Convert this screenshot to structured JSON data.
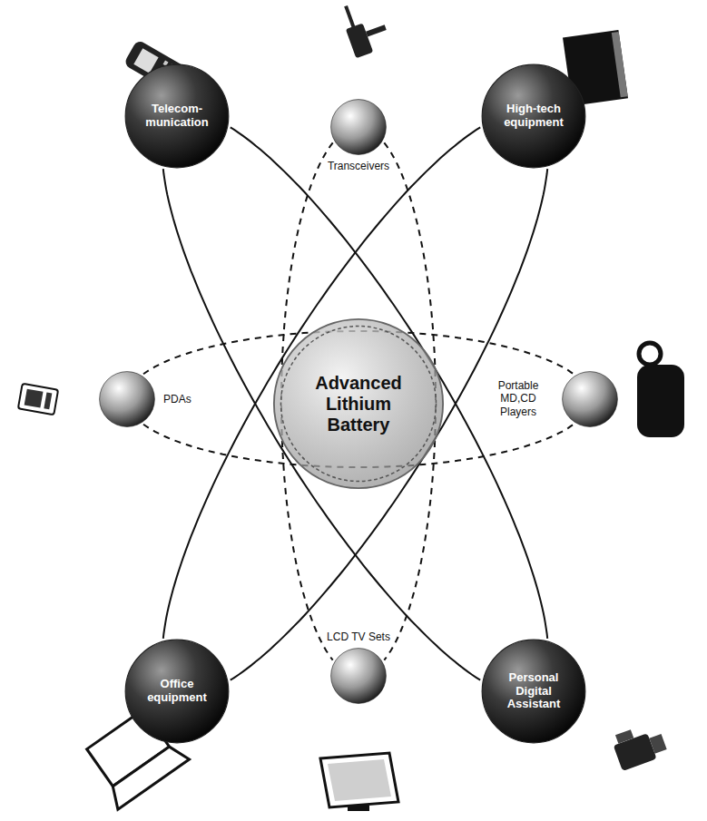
{
  "diagram": {
    "nodes": [
      {
        "text": [
          "Telecom-munication"
        ]
      },
      {
        "text": [
          "Transceivers"
        ]
      },
      {
        "text": [
          "High-tech equipment"
        ]
      },
      {
        "text": [
          "PDAs"
        ]
      },
      {
        "text": [
          "Advanced Lithium Battery"
        ]
      },
      {
        "text": [
          "Portable MD,CD Players"
        ]
      },
      {
        "text": [
          "Office equipment"
        ]
      },
      {
        "text": [
          "LCD TV Sets"
        ]
      },
      {
        "text": [
          "Personal Digital Assistant"
        ]
      }
    ],
    "edges": [
      {
        "from": 0,
        "to": 8,
        "arrow": "none"
      },
      {
        "from": 2,
        "to": 6,
        "arrow": "none"
      },
      {
        "from": 1,
        "to": 7,
        "arrow": "none"
      },
      {
        "from": 3,
        "to": 5,
        "arrow": "none"
      }
    ]
  }
}
